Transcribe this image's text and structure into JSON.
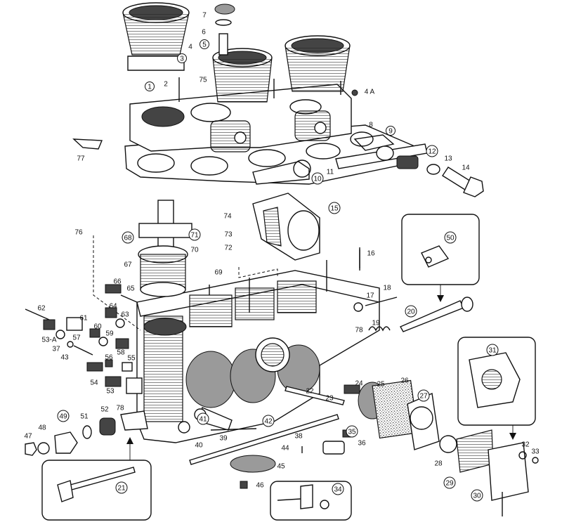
{
  "diagram": {
    "callouts": [
      {
        "id": "1",
        "circled": true
      },
      {
        "id": "2",
        "circled": false
      },
      {
        "id": "3",
        "circled": true
      },
      {
        "id": "4",
        "circled": false
      },
      {
        "id": "4A",
        "label": "4 A",
        "circled": false
      },
      {
        "id": "5",
        "circled": true
      },
      {
        "id": "6",
        "circled": false
      },
      {
        "id": "7",
        "circled": false
      },
      {
        "id": "8",
        "circled": false
      },
      {
        "id": "9",
        "circled": true
      },
      {
        "id": "10",
        "circled": true
      },
      {
        "id": "11",
        "circled": false
      },
      {
        "id": "12",
        "circled": true
      },
      {
        "id": "13",
        "circled": false
      },
      {
        "id": "14",
        "circled": false
      },
      {
        "id": "15",
        "circled": true
      },
      {
        "id": "16",
        "circled": false
      },
      {
        "id": "17",
        "circled": false
      },
      {
        "id": "18",
        "circled": false
      },
      {
        "id": "19",
        "circled": false
      },
      {
        "id": "20",
        "circled": true
      },
      {
        "id": "21",
        "circled": true
      },
      {
        "id": "22",
        "circled": false
      },
      {
        "id": "23",
        "circled": false
      },
      {
        "id": "24",
        "circled": false
      },
      {
        "id": "25",
        "circled": false
      },
      {
        "id": "26",
        "circled": false
      },
      {
        "id": "27",
        "circled": true
      },
      {
        "id": "28",
        "circled": false
      },
      {
        "id": "29",
        "circled": true
      },
      {
        "id": "30",
        "circled": true
      },
      {
        "id": "31",
        "circled": true
      },
      {
        "id": "32",
        "circled": false
      },
      {
        "id": "33",
        "circled": false
      },
      {
        "id": "34",
        "circled": true
      },
      {
        "id": "35",
        "circled": true
      },
      {
        "id": "36",
        "circled": false
      },
      {
        "id": "37",
        "circled": false
      },
      {
        "id": "38",
        "circled": false
      },
      {
        "id": "39",
        "circled": false
      },
      {
        "id": "40",
        "circled": false
      },
      {
        "id": "41",
        "circled": true
      },
      {
        "id": "42",
        "circled": true
      },
      {
        "id": "43",
        "circled": false
      },
      {
        "id": "44",
        "circled": false
      },
      {
        "id": "45",
        "circled": false
      },
      {
        "id": "46",
        "circled": false
      },
      {
        "id": "47",
        "circled": false
      },
      {
        "id": "48",
        "circled": false
      },
      {
        "id": "49",
        "circled": true
      },
      {
        "id": "50",
        "circled": true
      },
      {
        "id": "51",
        "circled": false
      },
      {
        "id": "52",
        "circled": false
      },
      {
        "id": "53",
        "circled": false
      },
      {
        "id": "53A",
        "label": "53-A",
        "circled": false
      },
      {
        "id": "54",
        "circled": false
      },
      {
        "id": "55",
        "circled": false
      },
      {
        "id": "56",
        "circled": false
      },
      {
        "id": "57",
        "circled": false
      },
      {
        "id": "58",
        "circled": false
      },
      {
        "id": "59",
        "circled": false
      },
      {
        "id": "60",
        "circled": false
      },
      {
        "id": "61",
        "circled": false
      },
      {
        "id": "62",
        "circled": false
      },
      {
        "id": "63",
        "circled": false
      },
      {
        "id": "64",
        "circled": false
      },
      {
        "id": "65",
        "circled": false
      },
      {
        "id": "66",
        "circled": false
      },
      {
        "id": "67",
        "circled": false
      },
      {
        "id": "68",
        "circled": true
      },
      {
        "id": "69",
        "circled": false
      },
      {
        "id": "70",
        "circled": false
      },
      {
        "id": "71",
        "circled": true
      },
      {
        "id": "72",
        "circled": false
      },
      {
        "id": "73",
        "circled": false
      },
      {
        "id": "74",
        "circled": false
      },
      {
        "id": "75",
        "circled": false
      },
      {
        "id": "76",
        "circled": false
      },
      {
        "id": "77",
        "circled": false
      },
      {
        "id": "78",
        "circled": false
      },
      {
        "id": "78b",
        "label": "78",
        "circled": false
      }
    ]
  }
}
